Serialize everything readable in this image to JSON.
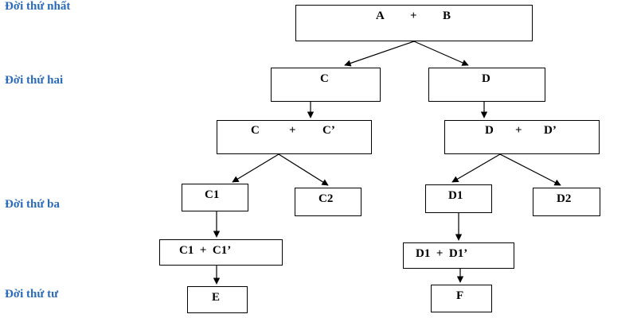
{
  "generation_labels": {
    "g1": "Đời thứ nhất",
    "g2": "Đời thứ hai",
    "g3": "Đời thứ ba",
    "g4": "Đời thứ tư"
  },
  "nodes": {
    "ab": {
      "left": "A",
      "op": "+",
      "right": "B"
    },
    "c": "C",
    "d": "D",
    "cc": {
      "left": "C",
      "op": "+",
      "right": "C’"
    },
    "dd": {
      "left": "D",
      "op": "+",
      "right": "D’"
    },
    "c1": "C1",
    "c2": "C2",
    "d1": "D1",
    "d2": "D2",
    "c1c1": "C1  +  C1’",
    "d1d1": "D1  +  D1’",
    "e": "E",
    "f": "F"
  },
  "colors": {
    "generation_label": "#2a6ab8",
    "box_border": "#000000",
    "arrow": "#000000"
  }
}
